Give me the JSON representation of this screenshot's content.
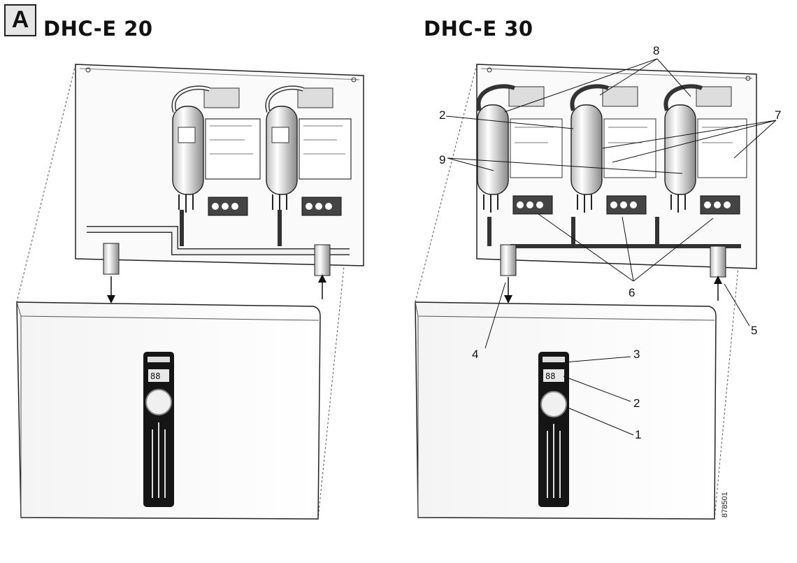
{
  "figure": {
    "letter": "A",
    "panels": [
      {
        "model": "DHC-E 20",
        "display_text": "88"
      },
      {
        "model": "DHC-E 30",
        "display_text": "88"
      }
    ],
    "callouts": [
      "1",
      "2",
      "3",
      "4",
      "5",
      "6",
      "7",
      "8",
      "9",
      "2"
    ],
    "document_number": "878501"
  }
}
